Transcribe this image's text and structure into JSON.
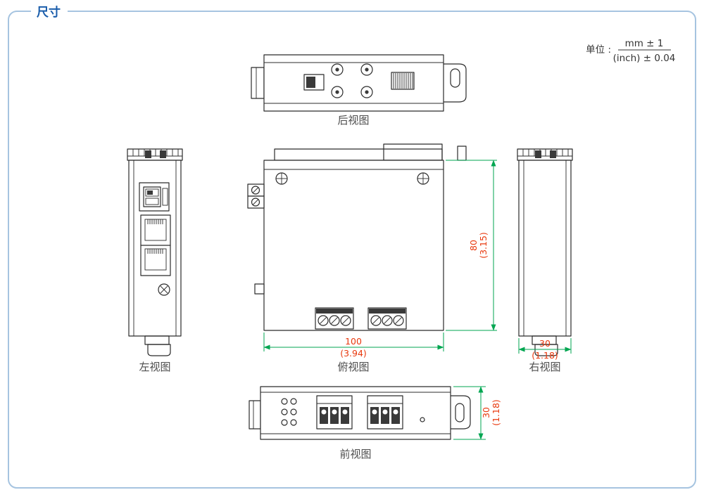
{
  "title": "尺寸",
  "unit": {
    "label": "单位 :",
    "mm": "mm ± 1",
    "inch": "(inch) ± 0.04"
  },
  "views": {
    "rear": {
      "label": "后视图"
    },
    "left": {
      "label": "左视图"
    },
    "top": {
      "label": "俯视图",
      "width": {
        "mm": "100",
        "inch": "(3.94)"
      },
      "depth": {
        "mm": "80",
        "inch": "(3.15)"
      }
    },
    "right": {
      "label": "右视图",
      "width": {
        "mm": "30",
        "inch": "(1.18)"
      }
    },
    "front": {
      "label": "前视图",
      "height": {
        "mm": "30",
        "inch": "(1.18)"
      }
    }
  },
  "colors": {
    "accent_blue": "#1a5dab",
    "border_blue": "#a6c4e0",
    "dimension_line_green": "#00a651",
    "dimension_text_red": "#e8380d",
    "drawing_line": "#2b2b2b",
    "label_gray": "#4d4d4d"
  }
}
